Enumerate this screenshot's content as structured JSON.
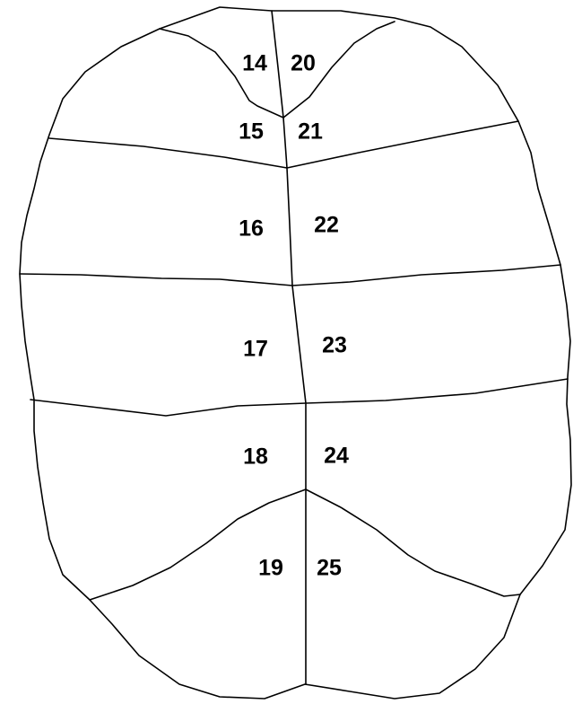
{
  "diagram": {
    "stroke_color": "#000000",
    "background": "#ffffff",
    "labels": {
      "l14": "14",
      "l15": "15",
      "l16": "16",
      "l17": "17",
      "l18": "18",
      "l19": "19",
      "l20": "20",
      "l21": "21",
      "l22": "22",
      "l23": "23",
      "l24": "24",
      "l25": "25"
    }
  }
}
